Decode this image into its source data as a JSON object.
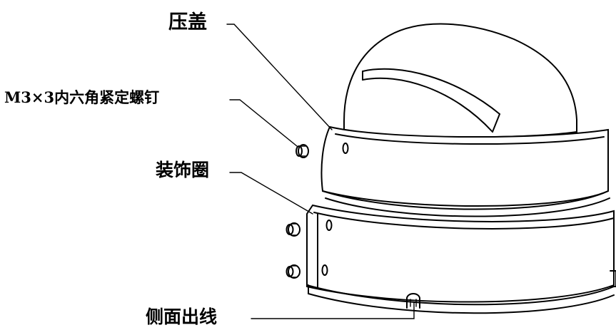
{
  "labels": {
    "cover": "压盖",
    "screw": "M3×3内六角紧定螺钉",
    "ring": "装饰圈",
    "side_outlet": "侧面出线"
  },
  "colors": {
    "line": "#000000",
    "background": "#ffffff"
  }
}
